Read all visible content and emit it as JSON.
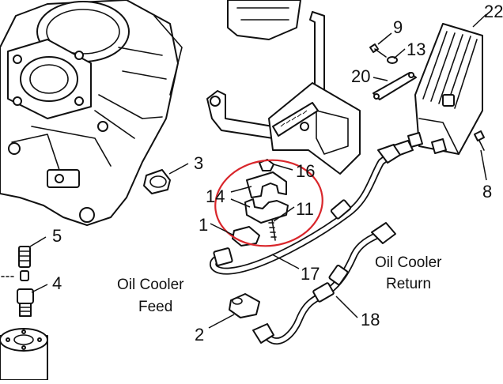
{
  "diagram": {
    "callouts": {
      "c1": "1",
      "c2": "2",
      "c3": "3",
      "c4": "4",
      "c5": "5",
      "c8": "8",
      "c9": "9",
      "c11": "11",
      "c13": "13",
      "c14": "14",
      "c16": "16",
      "c17": "17",
      "c18": "18",
      "c20": "20",
      "c22": "22"
    },
    "labels": {
      "feed_line1": "Oil Cooler",
      "feed_line2": "Feed",
      "return_line1": "Oil Cooler",
      "return_line2": "Return"
    },
    "highlight_color": "#d9262b"
  }
}
